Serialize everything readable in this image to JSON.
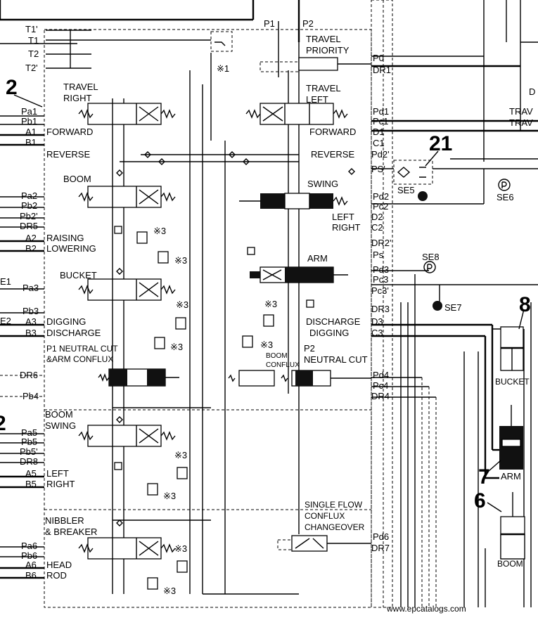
{
  "ports_top": [
    "T1'",
    "T1",
    "T2",
    "T2'"
  ],
  "p_labels": {
    "p1": "P1",
    "p2": "P2",
    "p0": "P0",
    "dr1": "DR1"
  },
  "marks": {
    "ref1": "※1",
    "ref3": "※3"
  },
  "section_numbers": {
    "n2": "2",
    "n21": "21",
    "n8": "8",
    "n7": "7",
    "n6": "6",
    "left2": "2"
  },
  "sections": {
    "travel_priority": [
      "TRAVEL",
      "PRIORITY"
    ],
    "travel_right": [
      "TRAVEL",
      "RIGHT"
    ],
    "travel_left": [
      "TRAVEL",
      "LEFT"
    ],
    "boom": "BOOM",
    "swing": "SWING",
    "arm": "ARM",
    "bucket": "BUCKET",
    "p1_neutral_cut": [
      "P1 NEUTRAL CUT",
      "&ARM CONFLUX"
    ],
    "boom_conflux": [
      "BOOM",
      "CONFLUX"
    ],
    "p2_neutral_cut": [
      "P2",
      "NEUTRAL CUT"
    ],
    "boom_swing": [
      "BOOM",
      "SWING"
    ],
    "nibbler": [
      "NIBBLER",
      "& BREAKER"
    ],
    "single_flow": [
      "SINGLE FLOW",
      "CONFLUX",
      "CHANGEOVER"
    ]
  },
  "left_ports": [
    {
      "id": "Pa1"
    },
    {
      "id": "Pb1"
    },
    {
      "id": "A1",
      "text": "FORWARD"
    },
    {
      "id": "B1"
    },
    {
      "id": "",
      "text": "REVERSE"
    },
    {
      "id": "Pa2"
    },
    {
      "id": "Pb2"
    },
    {
      "id": "Pb2'"
    },
    {
      "id": "DR5"
    },
    {
      "id": "A2",
      "text": "RAISING"
    },
    {
      "id": "B2",
      "text": "LOWERING"
    },
    {
      "id": "Pa3"
    },
    {
      "id": "Pb3"
    },
    {
      "id": "A3",
      "text": "DIGGING"
    },
    {
      "id": "B3",
      "text": "DISCHARGE"
    },
    {
      "id": "DR6"
    },
    {
      "id": "Pb4"
    },
    {
      "id": "Pa5"
    },
    {
      "id": "Pb5"
    },
    {
      "id": "Pb5'"
    },
    {
      "id": "DR8"
    },
    {
      "id": "A5",
      "text": "LEFT"
    },
    {
      "id": "B5",
      "text": "RIGHT"
    },
    {
      "id": "Pa6"
    },
    {
      "id": "Pb6"
    },
    {
      "id": "A6",
      "text": "HEAD"
    },
    {
      "id": "B6",
      "text": "ROD"
    }
  ],
  "right_ports": [
    {
      "id": "Pd1"
    },
    {
      "id": "Pc1"
    },
    {
      "id": "D1",
      "text": "FORWARD"
    },
    {
      "id": "C1"
    },
    {
      "id": "Pd2'",
      "text": "REVERSE"
    },
    {
      "id": "PS'"
    },
    {
      "id": "Pd2"
    },
    {
      "id": "Pc2"
    },
    {
      "id": "D2",
      "text": "LEFT"
    },
    {
      "id": "C2",
      "text": "RIGHT"
    },
    {
      "id": "DR2'"
    },
    {
      "id": "Ps"
    },
    {
      "id": "Pd3"
    },
    {
      "id": "Pc3"
    },
    {
      "id": "Pc3'"
    },
    {
      "id": "DR3"
    },
    {
      "id": "D3",
      "text": "DISCHARGE"
    },
    {
      "id": "C3",
      "text": "DIGGING"
    },
    {
      "id": "Pd4"
    },
    {
      "id": "Pc4"
    },
    {
      "id": "DR4"
    },
    {
      "id": "Pd6"
    },
    {
      "id": "DR7"
    }
  ],
  "sensors": {
    "se1": "E1",
    "se2": "E2",
    "se5": "SE5",
    "se6": "SE6",
    "se7": "SE7",
    "se8": "SE8"
  },
  "cylinders": {
    "bucket": "BUCKET",
    "arm": "ARM",
    "boom": "BOOM"
  },
  "right_edge": {
    "travel1": "TRAV",
    "travel2": "TRAV",
    "d": "D"
  },
  "watermark": "www.epcatalogs.com"
}
